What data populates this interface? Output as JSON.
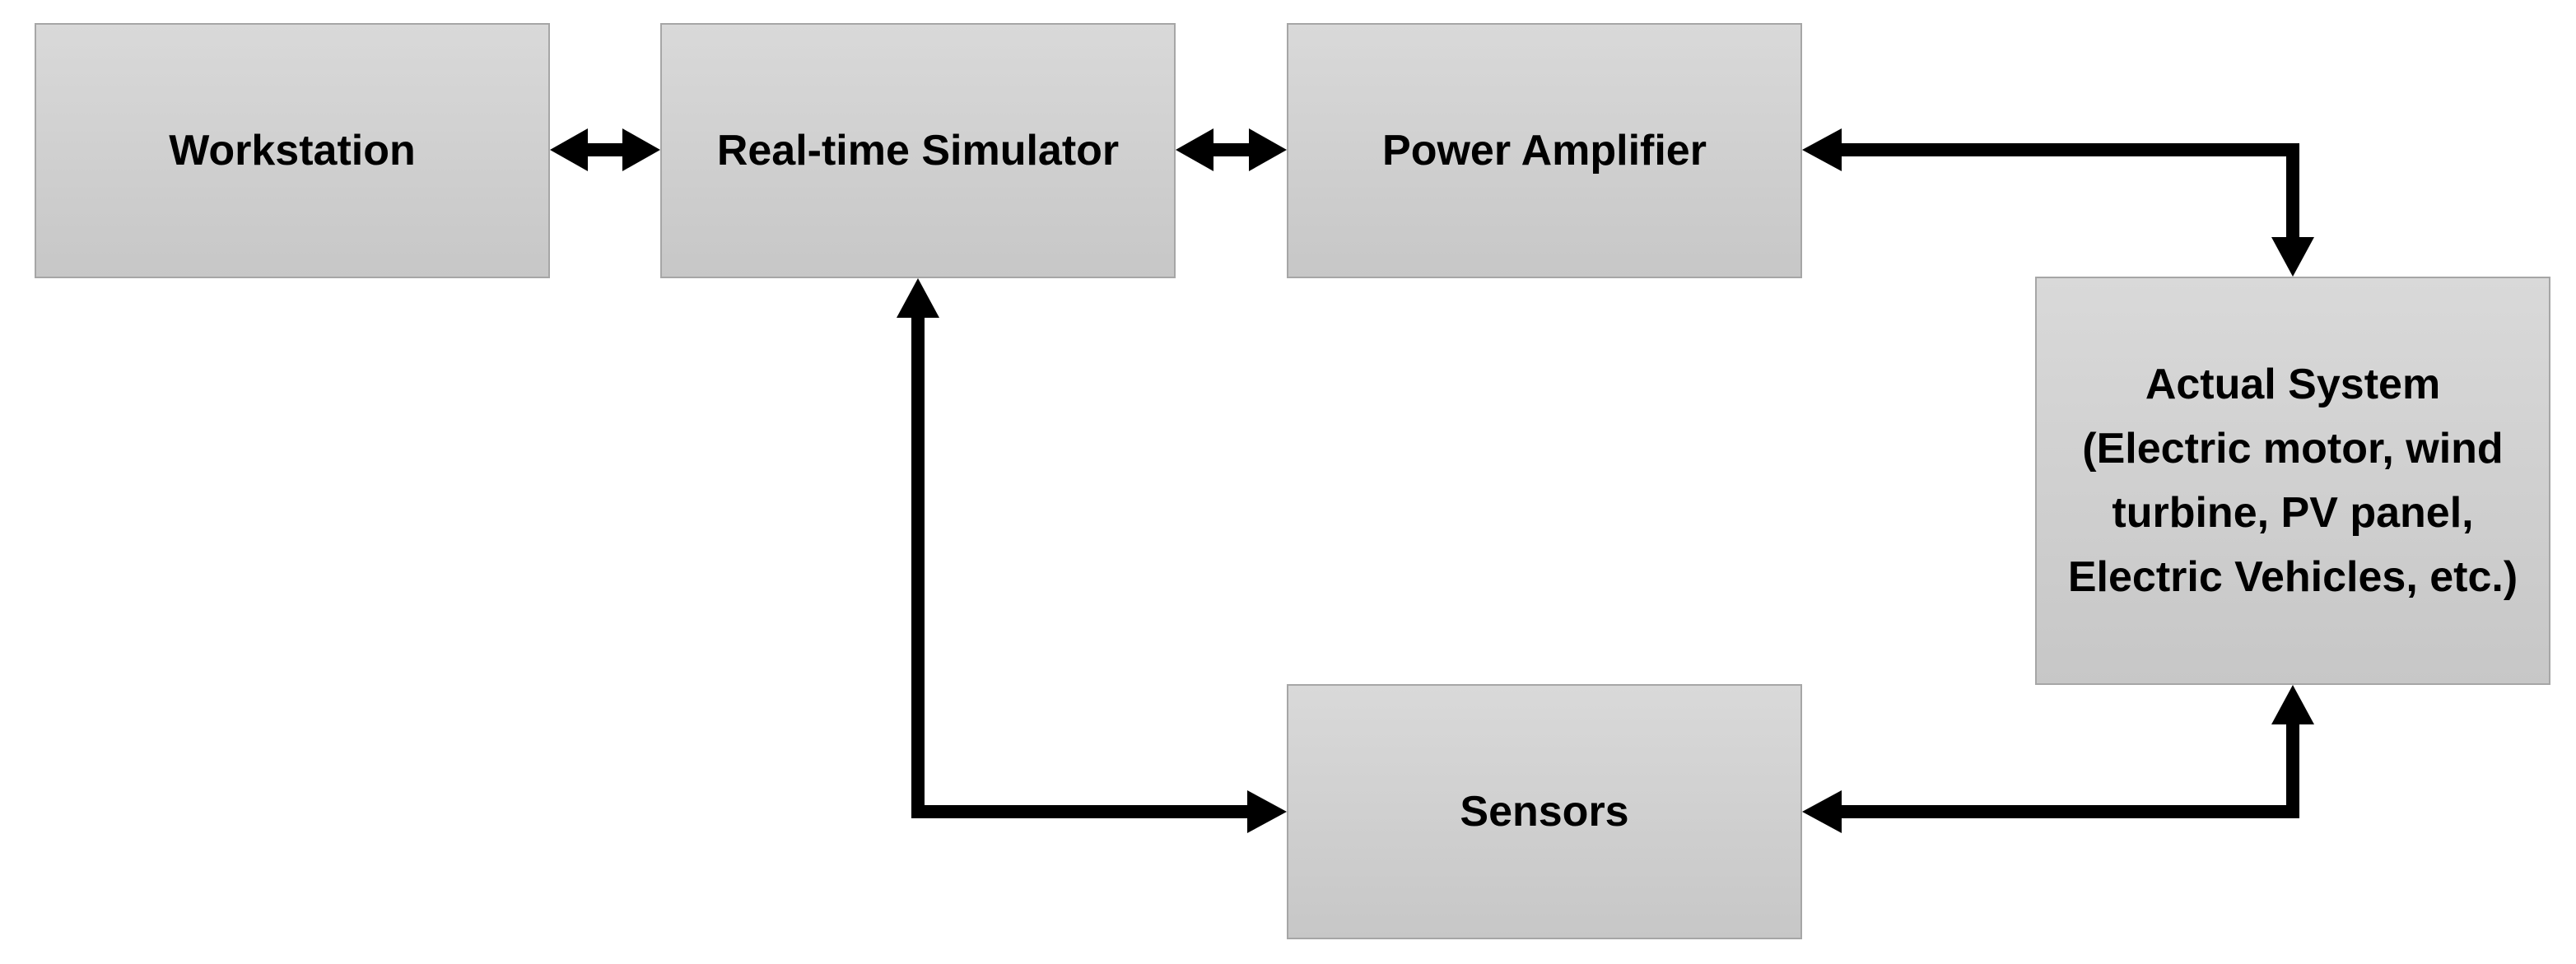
{
  "diagram": {
    "blocks": {
      "workstation": "Workstation",
      "simulator": "Real-time Simulator",
      "amplifier": "Power Amplifier",
      "actual_system": {
        "title": "Actual System",
        "details": "(Electric motor, wind turbine, PV panel, Electric Vehicles, etc.)"
      },
      "sensors": "Sensors"
    },
    "connections": [
      {
        "from": "Workstation",
        "to": "Real-time Simulator",
        "direction": "bidirectional"
      },
      {
        "from": "Real-time Simulator",
        "to": "Power Amplifier",
        "direction": "bidirectional"
      },
      {
        "from": "Power Amplifier",
        "to": "Actual System",
        "direction": "bidirectional"
      },
      {
        "from": "Actual System",
        "to": "Sensors",
        "direction": "bidirectional"
      },
      {
        "from": "Sensors",
        "to": "Real-time Simulator",
        "direction": "bidirectional"
      }
    ],
    "colors": {
      "box_fill_top": "#d9d9d9",
      "box_fill_bottom": "#c7c7c7",
      "box_border": "#a6a6a6",
      "arrow": "#000000",
      "text": "#000000"
    }
  }
}
